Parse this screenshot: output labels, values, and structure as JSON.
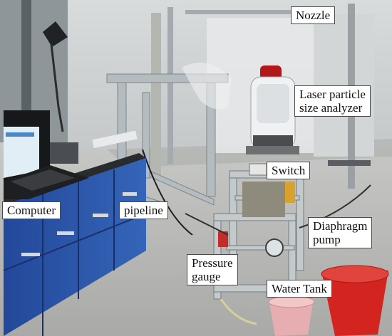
{
  "labels": {
    "nozzle": "Nozzle",
    "laser": [
      "Laser particle",
      "size analyzer"
    ],
    "switch": "Switch",
    "computer": "Computer",
    "pipeline": "pipeline",
    "diaphragm": [
      "Diaphragm",
      "pump"
    ],
    "pressure": [
      "Pressure",
      "gauge"
    ],
    "water_tank": "Water Tank"
  },
  "colors": {
    "wall": "#c9cdcf",
    "floor": "#b7b8b6",
    "cabinet_blue": "#2d58a8",
    "bucket_red": "#d82a25",
    "bucket_pink": "#e8b2b4"
  }
}
